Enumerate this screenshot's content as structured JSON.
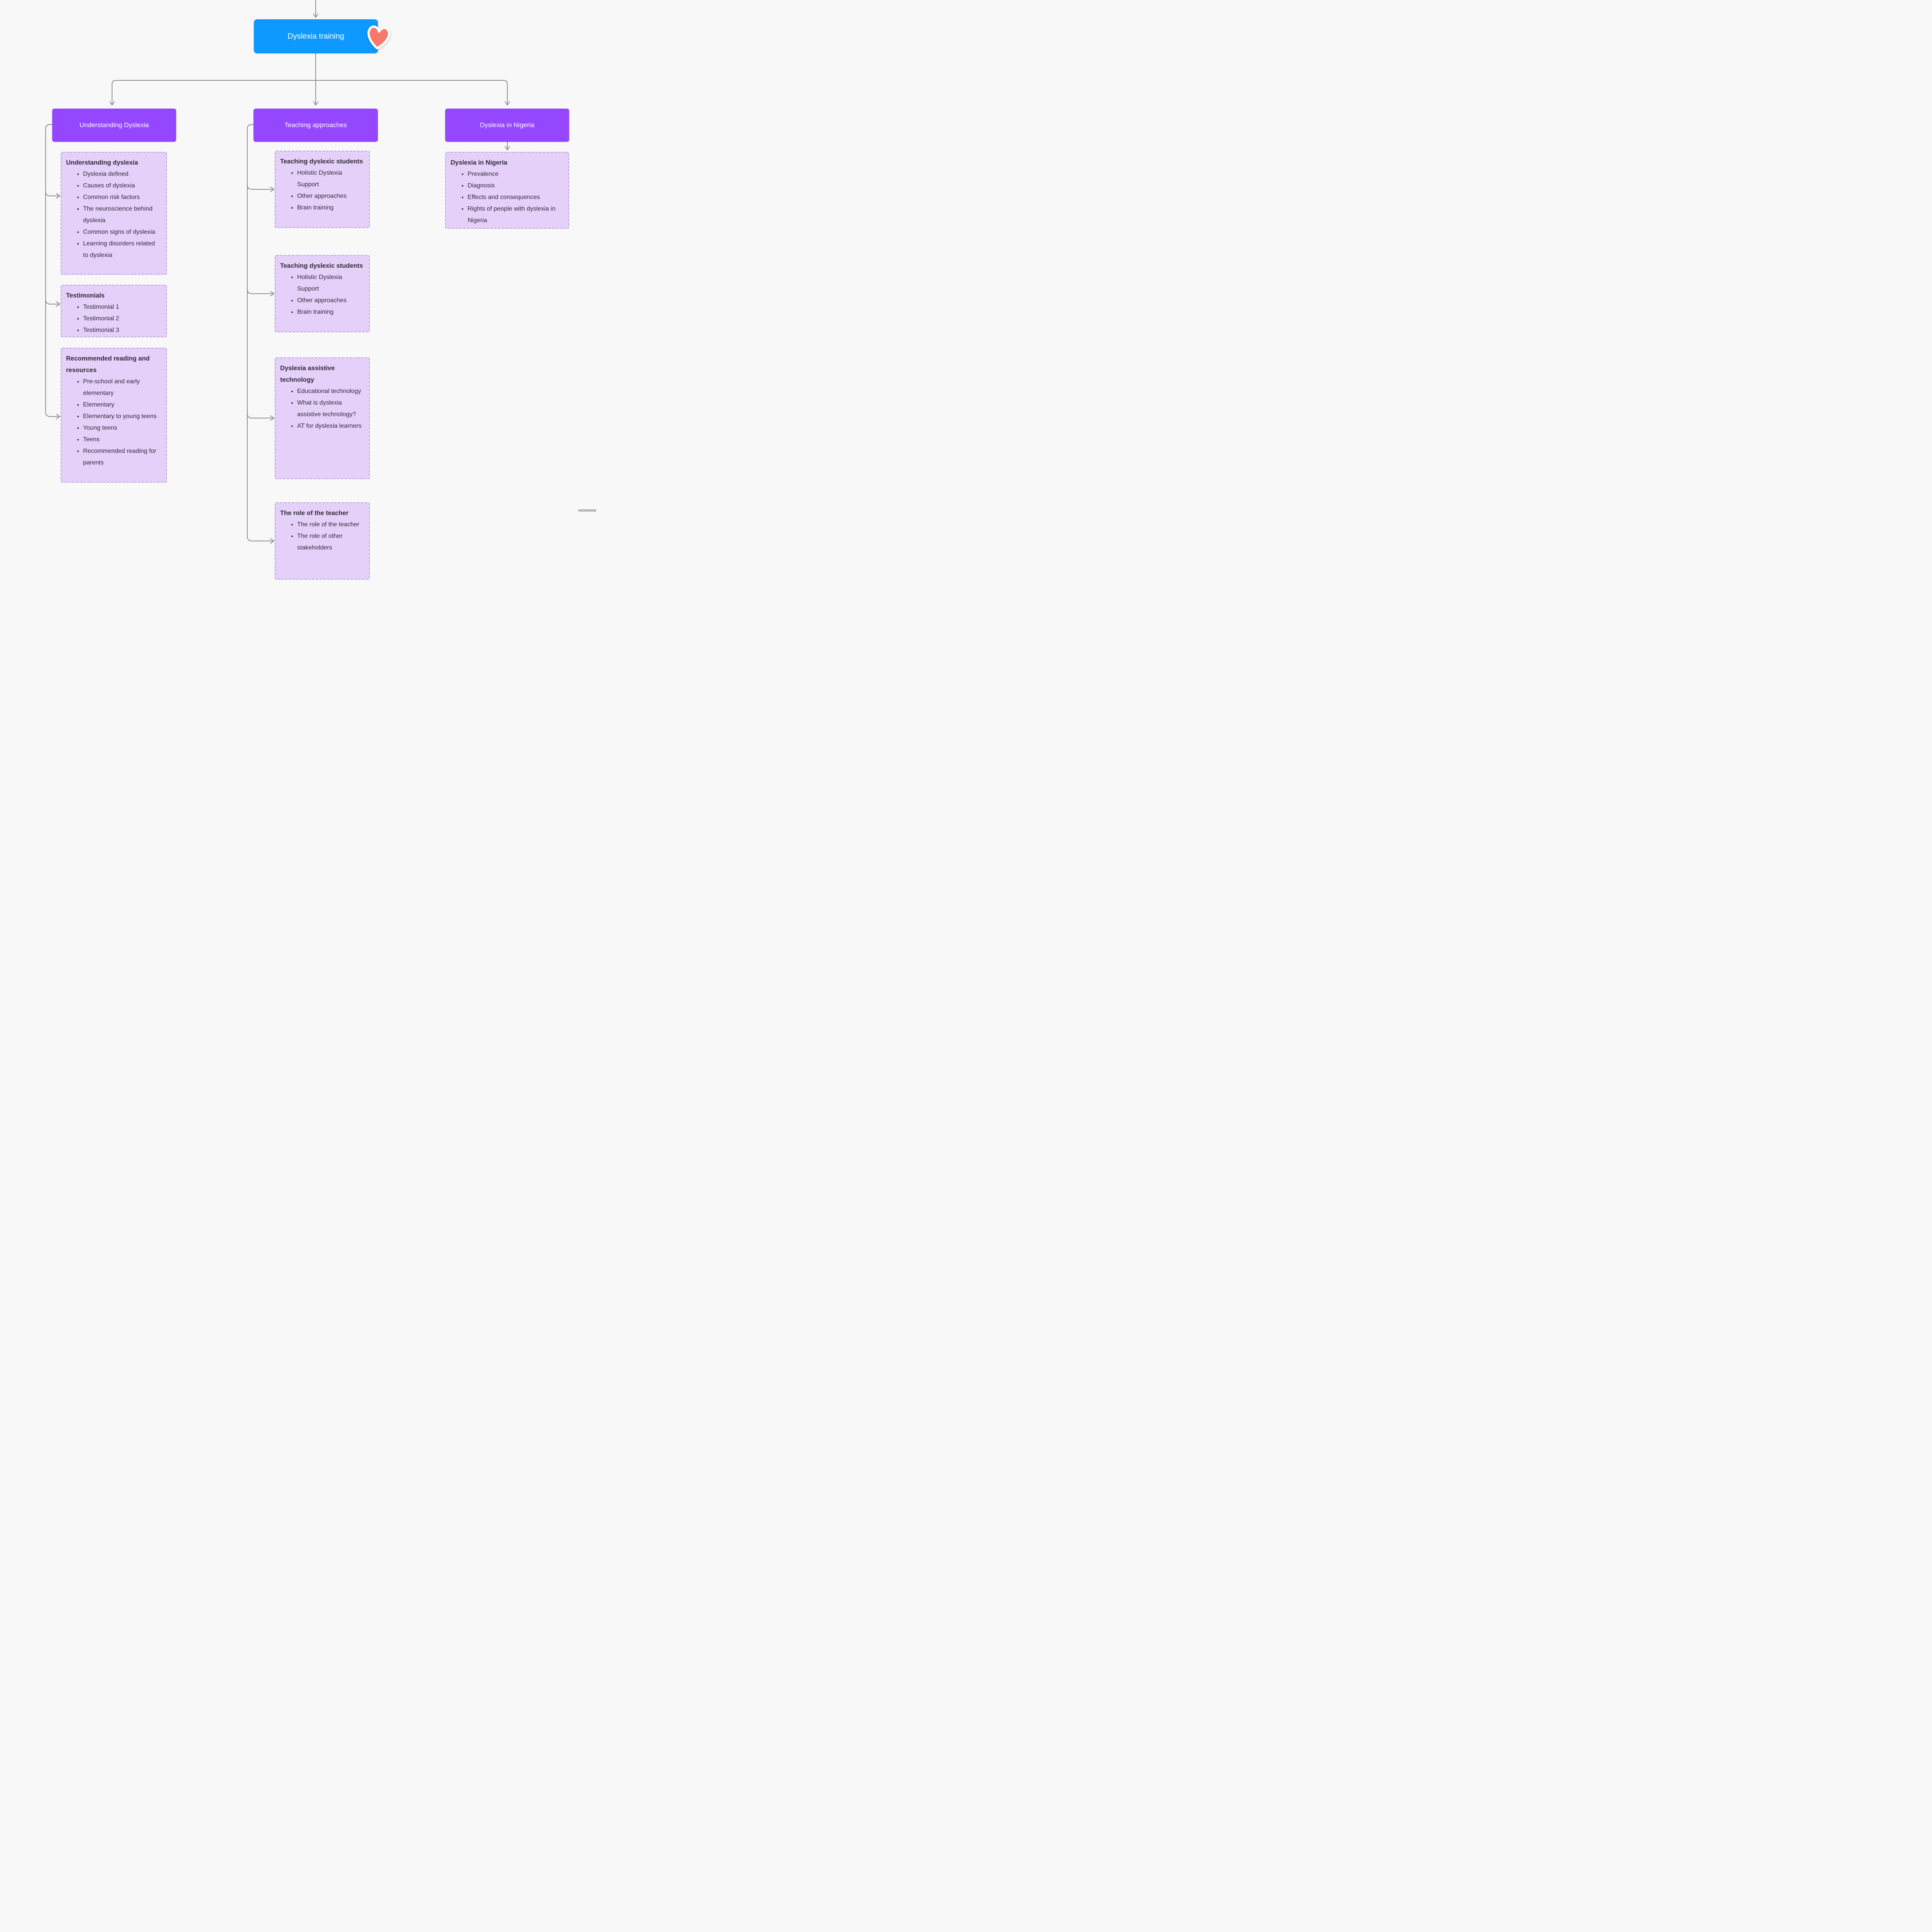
{
  "colors": {
    "canvas_bg": "#F8F8F9",
    "root_fill": "#0D99FF",
    "branch_fill": "#9447FF",
    "child_fill": "#E5D0FA",
    "child_border": "#B9A3D6",
    "node_text": "#2F2A38",
    "connector": "#8C8C8C",
    "heart": "#F8796C",
    "scrollbar": "#B7B7B7"
  },
  "root": {
    "label": "Dyslexia training"
  },
  "icons": {
    "heart": "heart-sticker"
  },
  "branches": [
    {
      "header": "Understanding Dyslexia",
      "children": [
        {
          "title": "Understanding dyslexia",
          "bullets": [
            "Dyslexia defined",
            "Causes of dyslexia",
            "Common risk factors",
            "The neuroscience behind dyslexia",
            "Common signs of dyslexia",
            "Learning disorders related to dyslexia"
          ]
        },
        {
          "title": "Testimonials",
          "bullets": [
            "Testimonial 1",
            "Testimonial 2",
            "Testimonial 3"
          ]
        },
        {
          "title": "Recommended reading and resources",
          "bullets": [
            "Pre-school and early elementary",
            "Elementary",
            "Elementary to young teens",
            "Young teens",
            "Teens",
            "Recommended reading for parents"
          ]
        }
      ]
    },
    {
      "header": "Teaching approaches",
      "children": [
        {
          "title": "Teaching dyslexic students",
          "bullets": [
            "Holistic Dyslexia Support",
            "Other approaches",
            "Brain training"
          ]
        },
        {
          "title": "Teaching dyslexic students",
          "bullets": [
            "Holistic Dyslexia Support",
            "Other approaches",
            "Brain training"
          ]
        },
        {
          "title": "Dyslexia assistive technology",
          "bullets": [
            "Educational technology",
            "What is dyslexia assistive technology?",
            "AT for dyslexia learners"
          ]
        },
        {
          "title": "The role of the teacher",
          "bullets": [
            "The role of the teacher",
            "The role of other stakeholders"
          ]
        }
      ]
    },
    {
      "header": "Dyslexia in Nigeria",
      "children": [
        {
          "title": "Dyslexia in Nigeria",
          "bullets": [
            "Prevalence",
            "Diagnosis",
            "Effects and consequences",
            "Rights of people with dyslexia in Nigeria"
          ]
        }
      ]
    }
  ]
}
